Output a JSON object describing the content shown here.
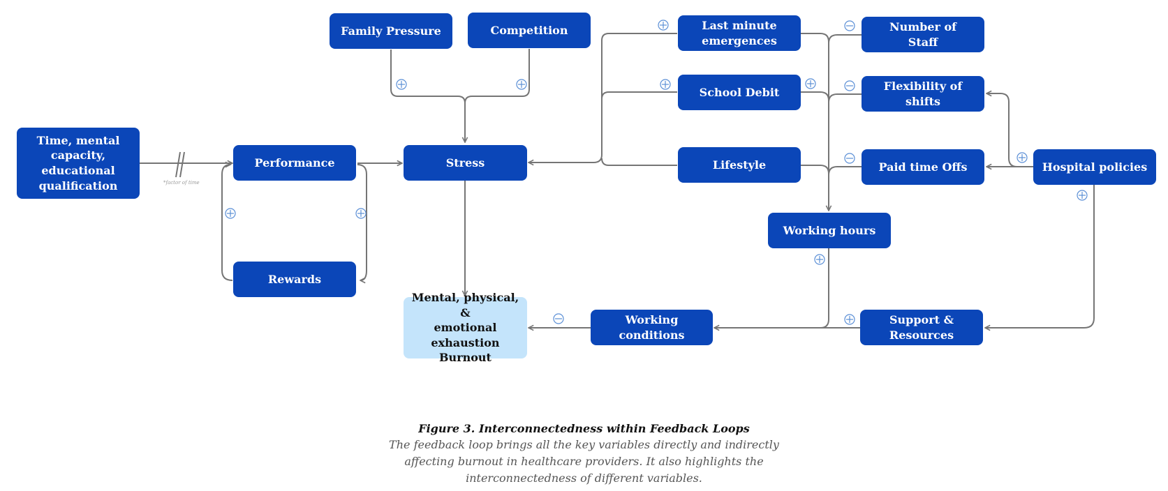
{
  "nodes": {
    "time": "Time, mental\ncapacity, educational\nqualification",
    "performance": "Performance",
    "rewards": "Rewards",
    "stress": "Stress",
    "family": "Family Pressure",
    "competition": "Competition",
    "burnout": "Mental, physical, &\nemotional exhaustion\nBurnout",
    "working_conditions": "Working conditions",
    "last_minute": "Last minute\nemergences",
    "school_debit": "School Debit",
    "lifestyle": "Lifestyle",
    "number_staff": "Number of\nStaff",
    "flexibility": "Flexibility of shifts",
    "paid_time": "Paid time Offs",
    "hospital": "Hospital policies",
    "working_hours": "Working hours",
    "support": "Support & Resources"
  },
  "delay_note": "*factor of time",
  "polarity": {
    "plus": "+",
    "minus": "−"
  },
  "colors": {
    "node_fill": "#0b46b8",
    "node_text": "#ffffff",
    "outcome_fill": "#c4e4fb",
    "connector": "#757575",
    "polarity": "#5b8fd6"
  },
  "caption": {
    "title": "Figure 3. Interconnectedness within Feedback Loops",
    "text": "The feedback loop brings all the key variables directly and indirectly\naffecting burnout in healthcare providers. It also highlights the\ninterconnectedness of different variables."
  }
}
